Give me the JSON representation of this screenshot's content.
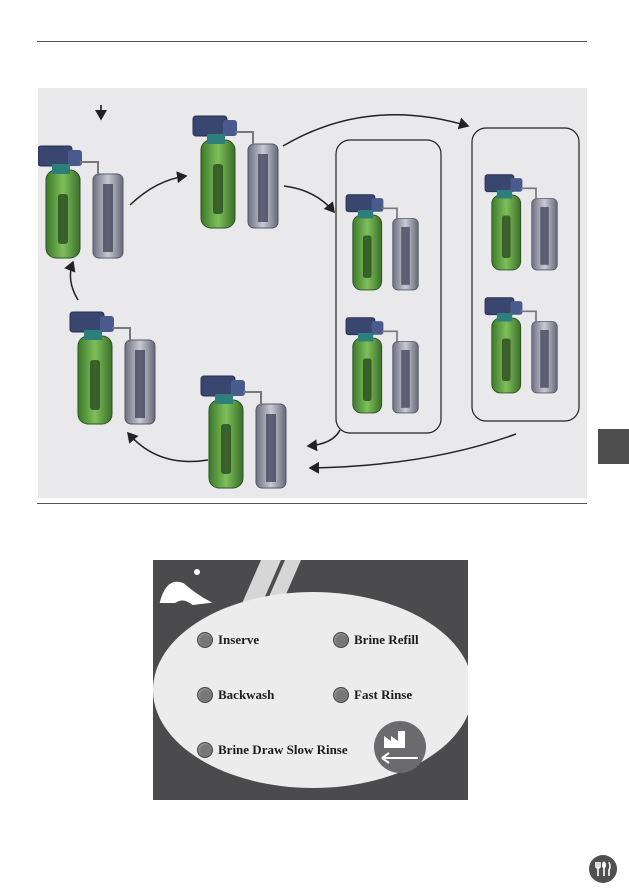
{
  "document": {
    "icons": {
      "cycle_diagram": "water-softener-cycle-diagram",
      "mode_indicator": "down-arrow-icon",
      "hand_icon": "touch-hand-icon",
      "factory_icon": "factory-reset-icon",
      "brand_logo": "brand-logo-icon"
    },
    "control_panel": {
      "options": [
        {
          "label": "Inserve"
        },
        {
          "label": "Brine Refill"
        },
        {
          "label": "Backwash"
        },
        {
          "label": "Fast Rinse"
        },
        {
          "label": "Brine Draw Slow Rinse"
        }
      ]
    },
    "colors": {
      "panel_dark": "#4b4b4d",
      "panel_light": "#e9e9ec",
      "tank_green": "#4f8f3a",
      "valve_blue": "#39466f",
      "tab_gray": "#4d4d4d"
    }
  }
}
